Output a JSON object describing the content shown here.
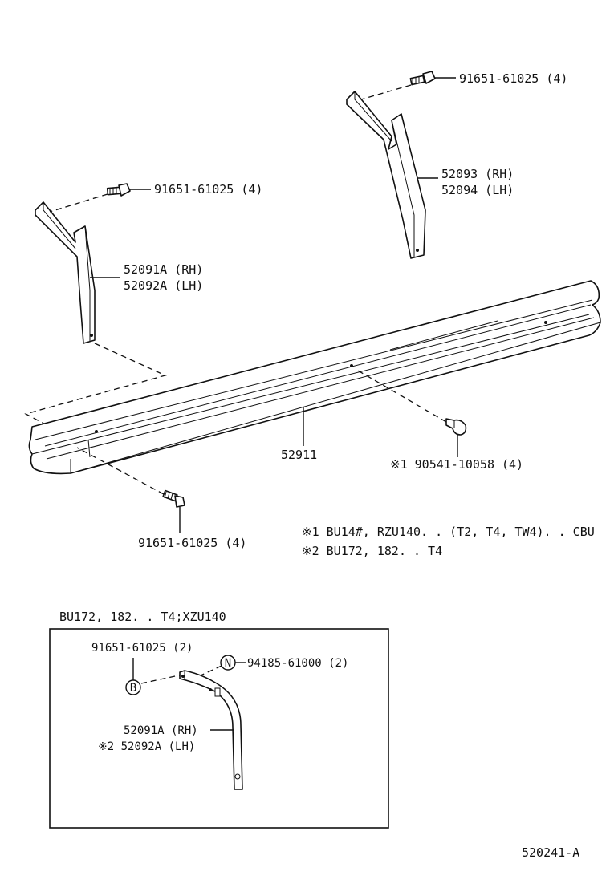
{
  "callouts": {
    "bolt_right_top": "91651-61025 (4)",
    "brace_rear_rh": "52093 (RH)",
    "brace_rear_lh": "52094 (LH)",
    "bolt_left_top": "91651-61025 (4)",
    "brace_front_rh": "52091A (RH)",
    "brace_front_lh": "52092A (LH)",
    "bumper": "52911",
    "screw": "※1 90541-10058 (4)",
    "bolt_bottom": "91651-61025 (4)"
  },
  "notes": {
    "note1": "※1 BU14#, RZU140. . (T2, T4, TW4). . CBU",
    "note2": "※2 BU172, 182. . T4"
  },
  "inset": {
    "title": "BU172, 182. . T4;XZU140",
    "bolt_label": "91651-61025 (2)",
    "bolt_marker": "B",
    "nut_marker": "N",
    "nut_label": "94185-61000 (2)",
    "brace_rh": "52091A (RH)",
    "brace_lh": "※2 52092A (LH)"
  },
  "figure_id": "520241-A"
}
